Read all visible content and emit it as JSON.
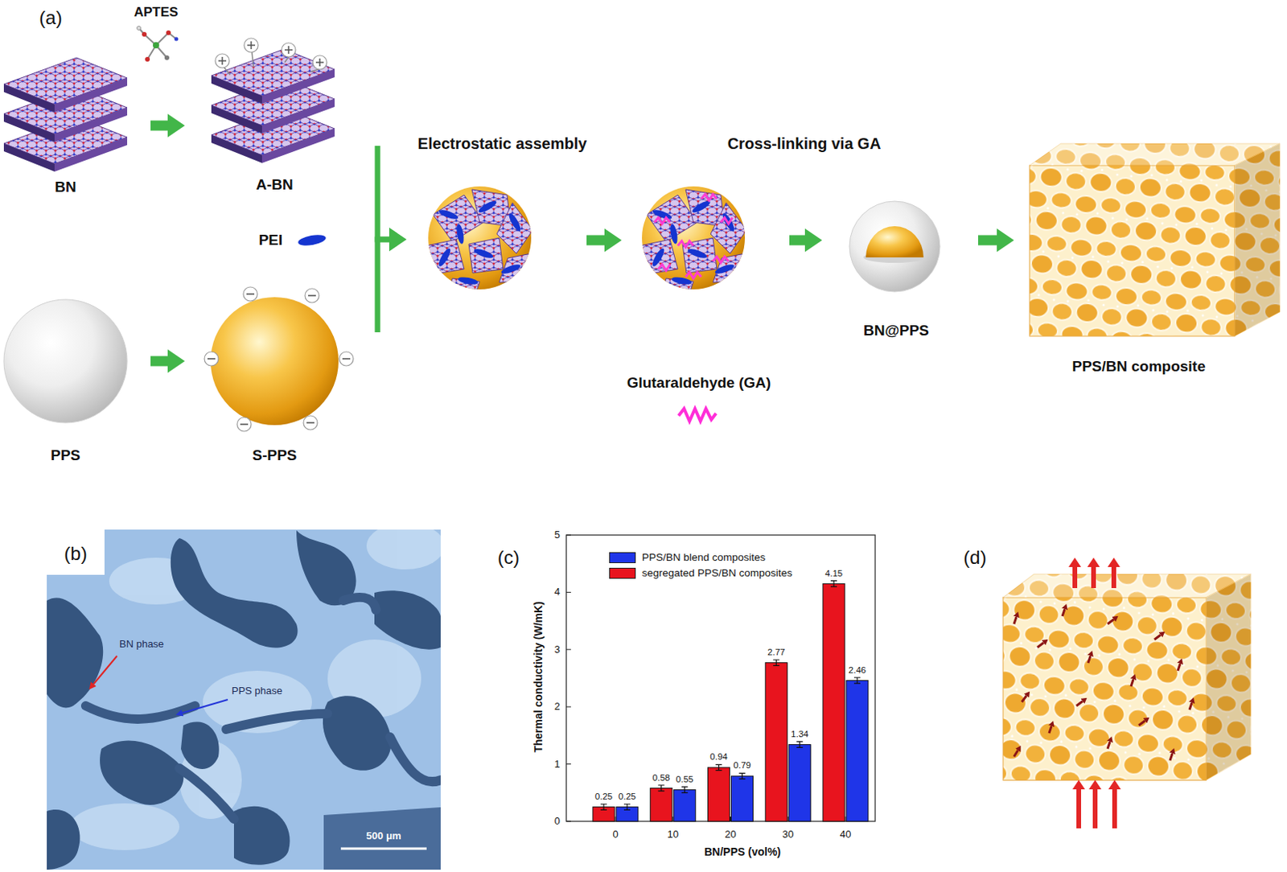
{
  "diagram": {
    "nodes": [
      {
        "text": [
          "BN"
        ]
      },
      {
        "text": [
          "A-BN"
        ]
      },
      {
        "text": [
          "PPS"
        ]
      },
      {
        "text": [
          "S-PPS"
        ]
      },
      {
        "text": [
          "Electrostatic assembly"
        ]
      },
      {
        "text": [
          "Cross-linking via GA"
        ]
      },
      {
        "text": [
          "BN@PPS"
        ]
      },
      {
        "text": [
          "PPS/BN composite"
        ]
      }
    ],
    "edges": [
      {
        "from": 0,
        "to": 1,
        "arrow": "to"
      },
      {
        "from": 2,
        "to": 3,
        "arrow": "to"
      },
      {
        "from": 1,
        "to": 4,
        "arrow": "to"
      },
      {
        "from": 3,
        "to": 4,
        "arrow": "to"
      },
      {
        "from": 4,
        "to": 5,
        "arrow": "to"
      },
      {
        "from": 5,
        "to": 6,
        "arrow": "to"
      },
      {
        "from": 6,
        "to": 7,
        "arrow": "to"
      }
    ],
    "labels": [
      "(a)",
      "APTES",
      "PEI",
      "Glutaraldehyde (GA)",
      "(b)",
      "BN phase",
      "PPS phase",
      "500 μm",
      "(c)",
      "0",
      "1",
      "2",
      "3",
      "4",
      "5",
      "Thermal conductivity (W/mK)",
      "0.25",
      "0.25",
      "0.58",
      "0.55",
      "0.94",
      "0.79",
      "2.77",
      "1.34",
      "4.15",
      "2.46",
      "0",
      "10",
      "20",
      "30",
      "40",
      "BN/PPS (vol%)",
      "(d)"
    ],
    "legend": [
      {
        "text": "PPS/BN blend composites",
        "color": "#1f35e8"
      },
      {
        "text": "segregated PPS/BN composites",
        "color": "#e8141e"
      }
    ]
  }
}
